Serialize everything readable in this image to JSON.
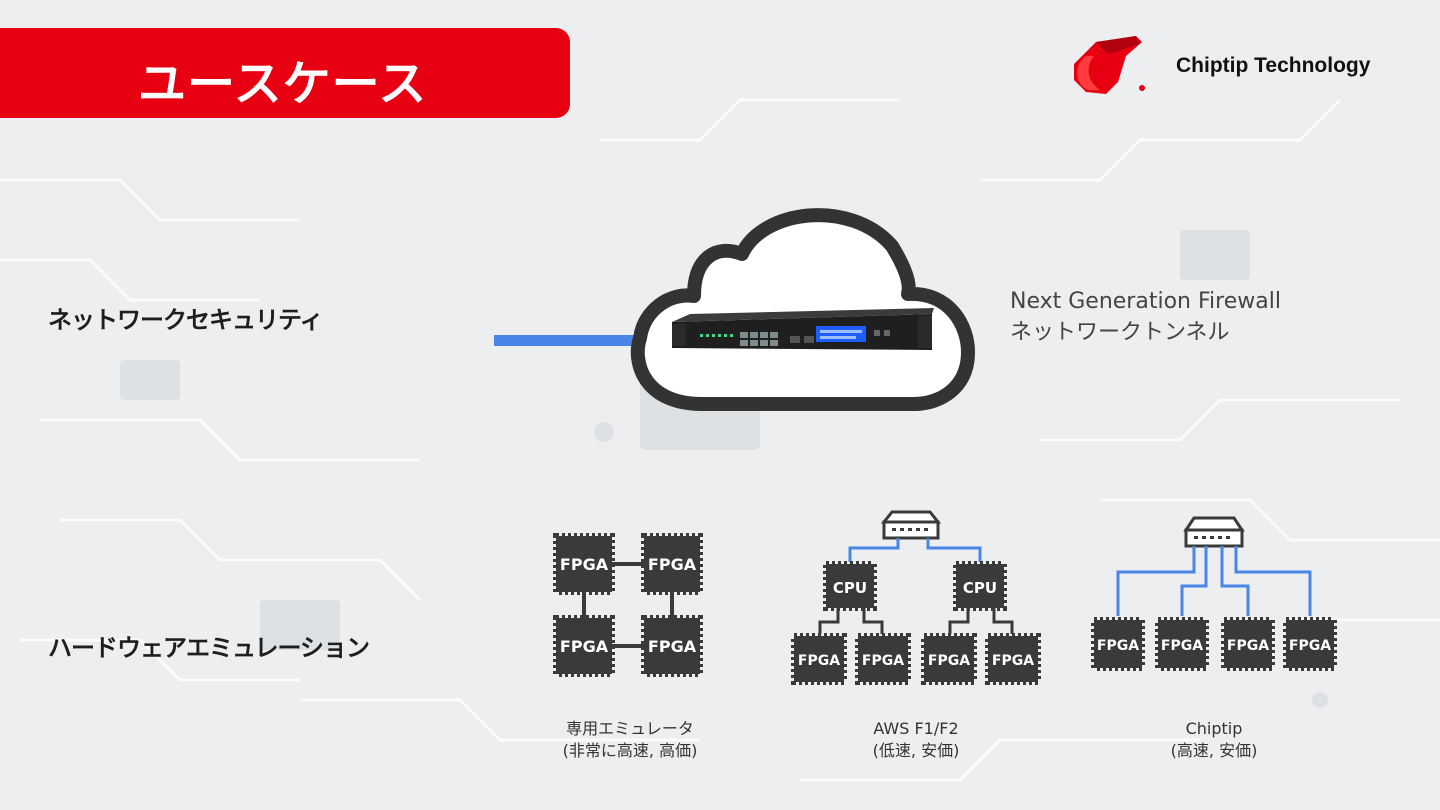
{
  "header": {
    "title": "ユースケース",
    "brand": "Chiptip Technology",
    "accent": "#e60012"
  },
  "sections": {
    "network_security": {
      "label": "ネットワークセキュリティ",
      "caption_line1": "Next Generation Firewall",
      "caption_line2": "ネットワークトンネル"
    },
    "hardware_emulation": {
      "label": "ハードウェアエミュレーション"
    }
  },
  "emulation": {
    "chip_label": "FPGA",
    "cpu_label": "CPU",
    "dedicated": {
      "line1": "専用エミュレータ",
      "line2": "(非常に高速, 高価)"
    },
    "aws": {
      "line1": "AWS F1/F2",
      "line2": "(低速, 安価)"
    },
    "chiptip": {
      "line1": "Chiptip",
      "line2": "(高速, 安価)"
    }
  },
  "colors": {
    "link": "#4a86e8",
    "chip": "#3a3a3a",
    "cloud_border": "#333333"
  }
}
